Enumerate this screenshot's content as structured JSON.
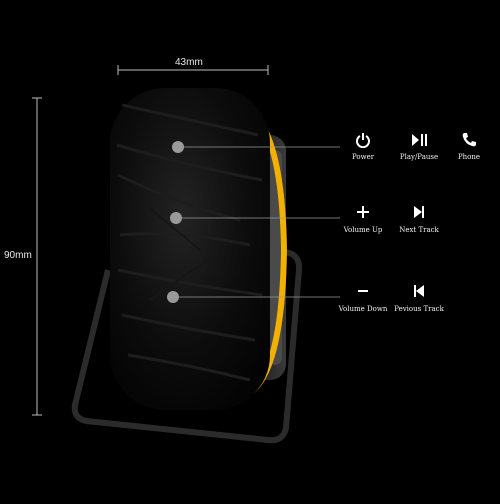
{
  "dimensions": {
    "width_label": "43mm",
    "height_label": "90mm"
  },
  "controls": [
    {
      "id": "power",
      "label": "Power",
      "icon": "power-icon"
    },
    {
      "id": "play-pause",
      "label": "Play/Pause",
      "icon": "play-pause-icon"
    },
    {
      "id": "phone",
      "label": "Phone",
      "icon": "phone-icon"
    },
    {
      "id": "volume-up",
      "label": "Volume Up",
      "icon": "plus-icon"
    },
    {
      "id": "next-track",
      "label": "Next Track",
      "icon": "next-track-icon"
    },
    {
      "id": "volume-down",
      "label": "Volume Down",
      "icon": "minus-icon"
    },
    {
      "id": "previous-track",
      "label": "Pevious Track",
      "icon": "previous-track-icon"
    }
  ],
  "colors": {
    "background": "#000000",
    "speaker_body": "#0b0b0b",
    "accent_ring": "#f2b100",
    "stand": "#2a2a2a",
    "callout": "#9a9a9a"
  }
}
